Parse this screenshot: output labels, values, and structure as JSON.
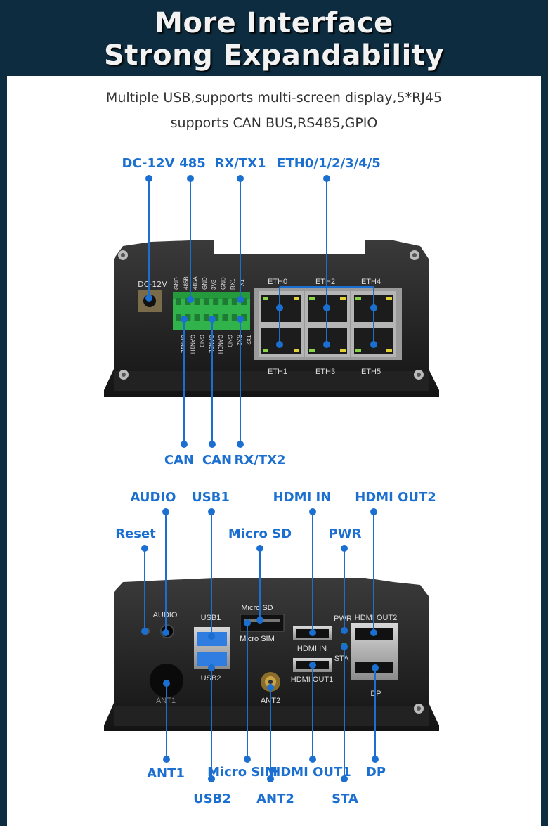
{
  "header": {
    "line1": "More Interface",
    "line2": "Strong Expandability"
  },
  "subtitle": {
    "line1": "Multiple USB,supports multi-screen display,5*RJ45",
    "line2": "supports  CAN BUS,RS485,GPIO"
  },
  "front_labels": {
    "dc12v": "DC-12V",
    "rs485": "485",
    "rxtx1": "RX/TX1",
    "eth": "ETH0/1/2/3/4/5",
    "can1": "CAN",
    "can2": "CAN",
    "rxtx2": "RX/TX2"
  },
  "front_panel": {
    "dc_label": "DC-12V",
    "pins_top": [
      "GND",
      "485B",
      "485A",
      "GND",
      "3V3",
      "GND",
      "RX1",
      "TX1"
    ],
    "pins_bottom": [
      "CAN1L",
      "CAN1H",
      "GND",
      "CAN0L",
      "CAN0H",
      "GND",
      "RX2",
      "TX2"
    ],
    "eth_top": [
      "ETH0",
      "ETH2",
      "ETH4"
    ],
    "eth_bottom": [
      "ETH1",
      "ETH3",
      "ETH5"
    ]
  },
  "back_labels": {
    "audio": "AUDIO",
    "usb1": "USB1",
    "hdmi_in": "HDMI IN",
    "hdmi_out2": "HDMI OUT2",
    "reset": "Reset",
    "micro_sd": "Micro SD",
    "pwr": "PWR",
    "ant1": "ANT1",
    "usb2": "USB2",
    "micro_sim": "Micro SIM",
    "ant2": "ANT2",
    "hdmi_out1": "HDMI OUT1",
    "sta": "STA",
    "dp": "DP"
  },
  "back_panel": {
    "audio": "AUDIO",
    "usb1": "USB1",
    "usb2": "USB2",
    "micro_sd": "Micro SD",
    "micro_sim": "Micro SIM",
    "hdmi_in": "HDMI IN",
    "hdmi_out1": "HDMI OUT1",
    "pwr": "PWR",
    "sta": "STA",
    "hdmi_out2": "HDMI OUT2",
    "dp": "DP",
    "ant1": "ANT1",
    "ant2": "ANT2"
  },
  "colors": {
    "background": "#0d2c3f",
    "accent": "#1a6fd1",
    "terminal": "#2fb34a",
    "usb": "#2f7de1"
  }
}
